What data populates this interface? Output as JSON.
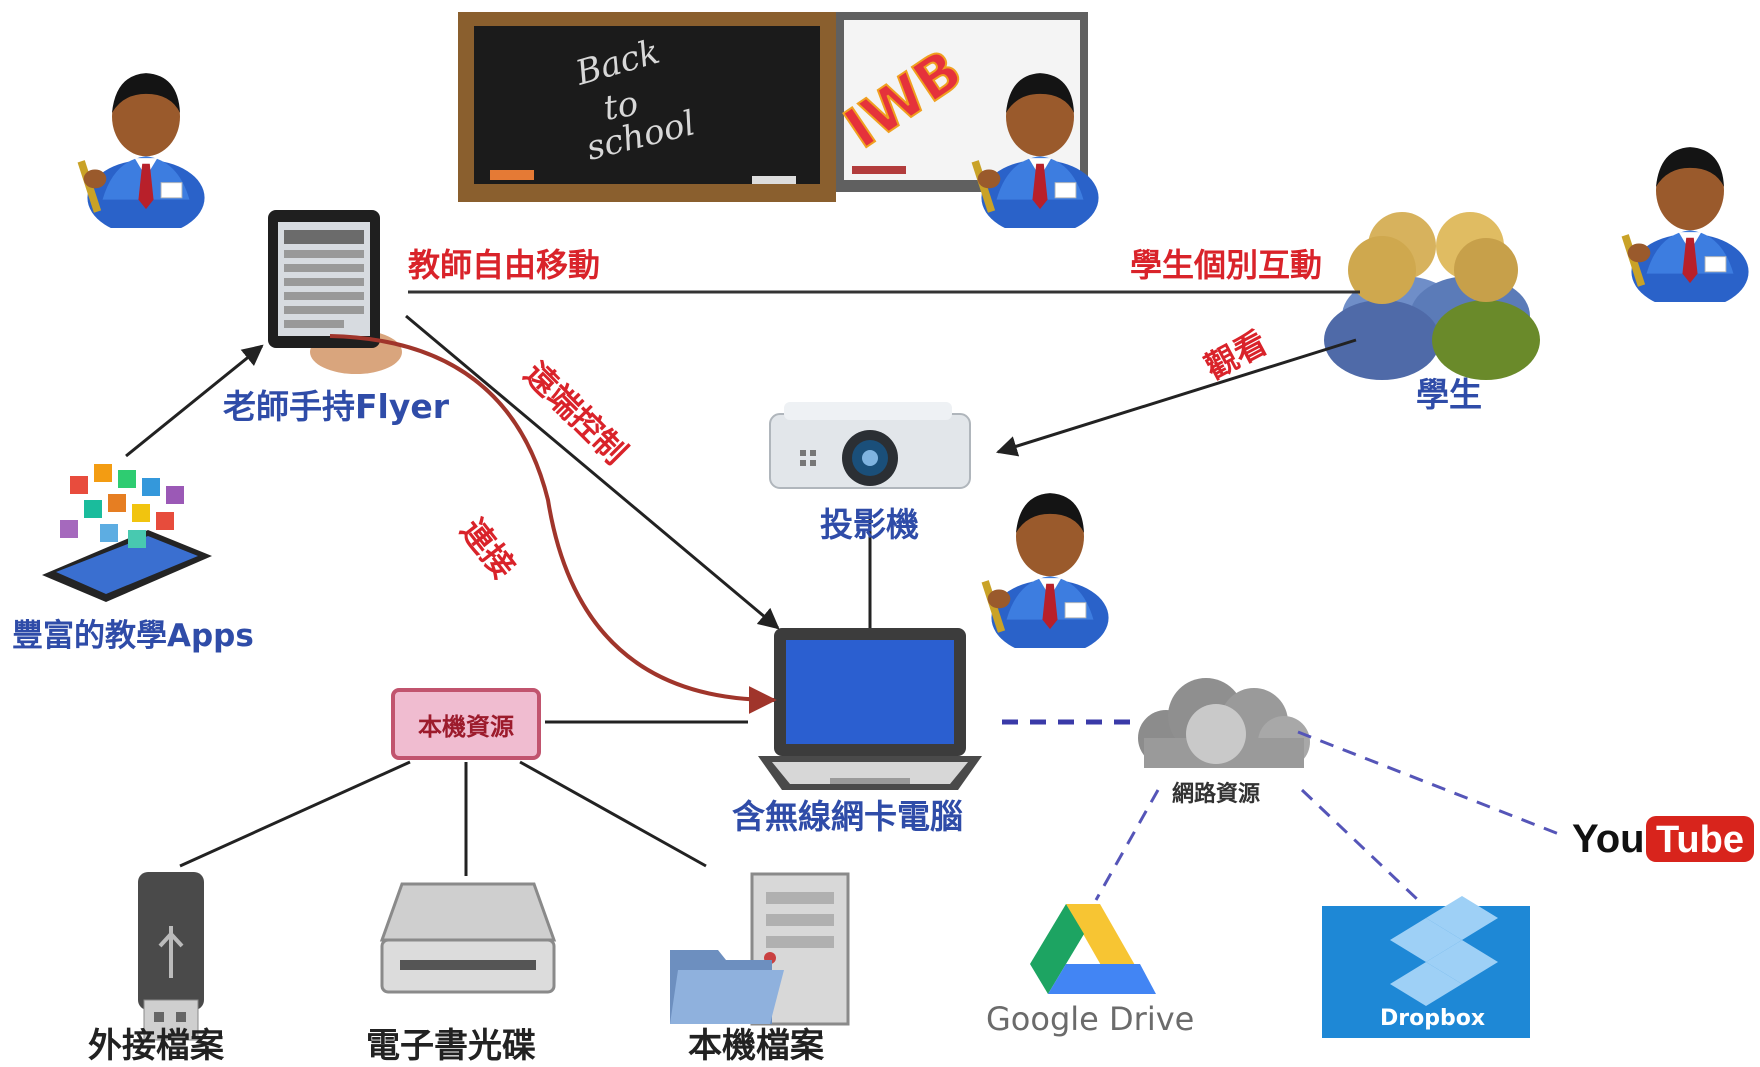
{
  "chalkboard": {
    "text_lines": [
      "Back",
      "to",
      "school"
    ]
  },
  "iwb_text": "IWB",
  "nodes": {
    "teacher_flyer": "老師手持Flyer",
    "apps": "豐富的教學Apps",
    "students": "學生",
    "projector": "投影機",
    "computer": "含無線網卡電腦",
    "local_resource": "本機資源",
    "network_resource": "網路資源",
    "external_files": "外接檔案",
    "ebook_disc": "電子書光碟",
    "local_files": "本機檔案",
    "google_drive": "Google Drive",
    "dropbox": "Dropbox",
    "youtube_you": "You",
    "youtube_tube": "Tube"
  },
  "edge_labels": {
    "teacher_move": "教師自由移動",
    "student_interact": "學生個別互動",
    "watch": "觀看",
    "remote_control": "遠端控制",
    "connect": "連接"
  },
  "colors": {
    "label_blue": "#2f4ca8",
    "label_red": "#d9232a",
    "connect_curve": "#a0352b",
    "dashed_network": "#3a3aa8",
    "drive_yellow": "#f7c533",
    "drive_green": "#1da462",
    "drive_blue": "#4285f4",
    "dropbox_bg": "#1e88d6",
    "youtube_red": "#d8241c"
  }
}
